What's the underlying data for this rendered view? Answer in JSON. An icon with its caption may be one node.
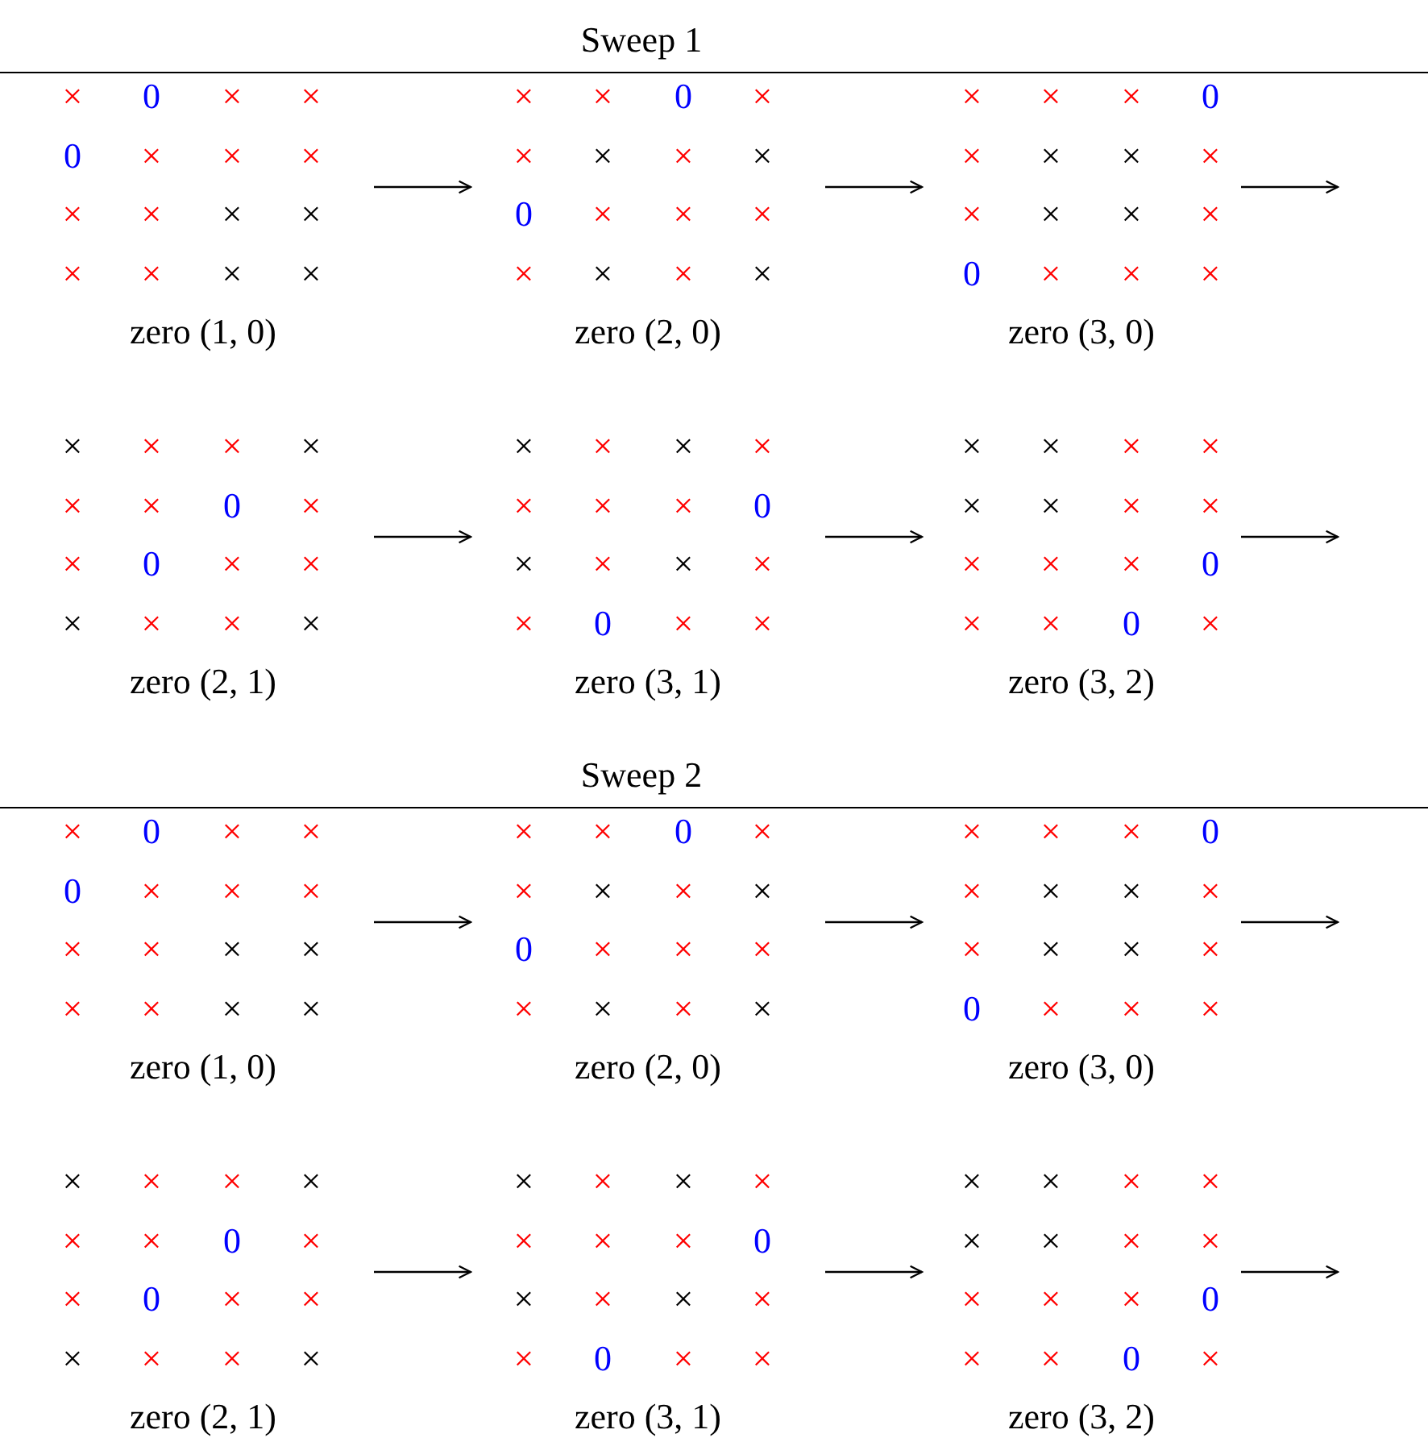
{
  "diagram": {
    "nodes": [
      {
        "text": [
          "×",
          "0",
          "×",
          "×",
          "0",
          "×",
          "×",
          "×",
          "×",
          "×",
          "×",
          "×",
          "×",
          "×",
          "×",
          "×"
        ],
        "beside": [
          "zero (1, 0)"
        ]
      },
      {
        "text": [
          "×",
          "×",
          "0",
          "×",
          "×",
          "×",
          "×",
          "×",
          "0",
          "×",
          "×",
          "×",
          "×",
          "×",
          "×",
          "×"
        ],
        "beside": [
          "zero (2, 0)"
        ]
      },
      {
        "text": [
          "×",
          "×",
          "×",
          "0",
          "×",
          "×",
          "×",
          "×",
          "×",
          "×",
          "×",
          "×",
          "0",
          "×",
          "×",
          "×"
        ],
        "beside": [
          "zero (3, 0)"
        ]
      },
      {
        "text": [
          "×",
          "×",
          "×",
          "×",
          "×",
          "×",
          "0",
          "×",
          "×",
          "0",
          "×",
          "×",
          "×",
          "×",
          "×",
          "×"
        ],
        "beside": [
          "zero (2, 1)"
        ]
      },
      {
        "text": [
          "×",
          "×",
          "×",
          "×",
          "×",
          "×",
          "×",
          "0",
          "×",
          "×",
          "×",
          "×",
          "×",
          "0",
          "×",
          "×"
        ],
        "beside": [
          "zero (3, 1)"
        ]
      },
      {
        "text": [
          "×",
          "×",
          "×",
          "×",
          "×",
          "×",
          "×",
          "×",
          "×",
          "×",
          "×",
          "0",
          "×",
          "×",
          "0",
          "×"
        ],
        "beside": [
          "zero (3, 2)"
        ]
      },
      {
        "text": [
          "×",
          "0",
          "×",
          "×",
          "0",
          "×",
          "×",
          "×",
          "×",
          "×",
          "×",
          "×",
          "×",
          "×",
          "×",
          "×"
        ],
        "beside": [
          "zero (1, 0)"
        ]
      },
      {
        "text": [
          "×",
          "×",
          "0",
          "×",
          "×",
          "×",
          "×",
          "×",
          "0",
          "×",
          "×",
          "×",
          "×",
          "×",
          "×",
          "×"
        ],
        "beside": [
          "zero (2, 0)"
        ]
      },
      {
        "text": [
          "×",
          "×",
          "×",
          "0",
          "×",
          "×",
          "×",
          "×",
          "×",
          "×",
          "×",
          "×",
          "0",
          "×",
          "×",
          "×"
        ],
        "beside": [
          "zero (3, 0)"
        ]
      },
      {
        "text": [
          "×",
          "×",
          "×",
          "×",
          "×",
          "×",
          "0",
          "×",
          "×",
          "0",
          "×",
          "×",
          "×",
          "×",
          "×",
          "×"
        ],
        "beside": [
          "zero (2, 1)"
        ]
      },
      {
        "text": [
          "×",
          "×",
          "×",
          "×",
          "×",
          "×",
          "×",
          "0",
          "×",
          "×",
          "×",
          "×",
          "×",
          "0",
          "×",
          "×"
        ],
        "beside": [
          "zero (3, 1)"
        ]
      },
      {
        "text": [
          "×",
          "×",
          "×",
          "×",
          "×",
          "×",
          "×",
          "×",
          "×",
          "×",
          "×",
          "0",
          "×",
          "×",
          "0",
          "×"
        ],
        "beside": [
          "zero (3, 2)"
        ]
      }
    ],
    "edges": [
      {
        "from": 0,
        "to": 1,
        "arrow": "to"
      },
      {
        "from": 1,
        "to": 2,
        "arrow": "to"
      },
      {
        "from": 2,
        "to": null,
        "arrow": "to"
      },
      {
        "from": 3,
        "to": 4,
        "arrow": "to"
      },
      {
        "from": 4,
        "to": 5,
        "arrow": "to"
      },
      {
        "from": 5,
        "to": null,
        "arrow": "to"
      },
      {
        "from": 6,
        "to": 7,
        "arrow": "to"
      },
      {
        "from": 7,
        "to": 8,
        "arrow": "to"
      },
      {
        "from": 8,
        "to": null,
        "arrow": "to"
      },
      {
        "from": 9,
        "to": 10,
        "arrow": "to"
      },
      {
        "from": 10,
        "to": 11,
        "arrow": "to"
      },
      {
        "from": 11,
        "to": null,
        "arrow": "to"
      }
    ],
    "labels": [
      "Sweep 1",
      "Sweep 2"
    ]
  }
}
